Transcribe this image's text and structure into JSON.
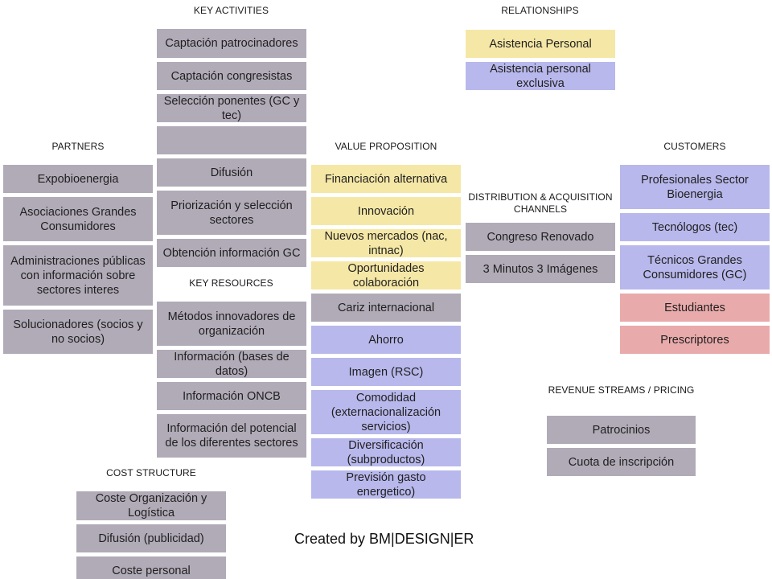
{
  "colors": {
    "gray": "#b1abb8",
    "blue": "#b8b8ec",
    "yellow": "#f5e7a6",
    "pink": "#e9aaab"
  },
  "sections": {
    "key_activities": "KEY ACTIVITIES",
    "relationships": "RELATIONSHIPS",
    "partners": "PARTNERS",
    "value_proposition": "VALUE PROPOSITION",
    "customers": "CUSTOMERS",
    "distribution": "DISTRIBUTION  & ACQUISITION  CHANNELS",
    "key_resources": "KEY RESOURCES",
    "revenue": "REVENUE STREAMS / PRICING",
    "cost": "COST  STRUCTURE"
  },
  "key_activities": [
    "Captación patrocinadores",
    "Captación congresistas",
    "Selección ponentes (GC y tec)",
    "",
    "Difusión",
    "Priorización y selección sectores",
    "Obtención información GC"
  ],
  "relationships": [
    "Asistencia Personal",
    "Asistencia personal exclusiva"
  ],
  "partners": [
    "Expobioenergia",
    "Asociaciones Grandes Consumidores",
    "Administraciones públicas con información sobre sectores interes",
    "Solucionadores (socios y no socios)"
  ],
  "value_proposition": [
    "Financiación alternativa",
    "Innovación",
    "Nuevos mercados (nac, intnac)",
    "Oportunidades colaboración",
    "Cariz internacional",
    "Ahorro",
    "Imagen (RSC)",
    "Comodidad (externacionalización servicios)",
    "Diversificación (subproductos)",
    "Previsión gasto energetico)"
  ],
  "channels": [
    "Congreso Renovado",
    "3 Minutos 3 Imágenes"
  ],
  "customers": [
    "Profesionales Sector Bioenergia",
    "Tecnólogos (tec)",
    "Técnicos Grandes Consumidores (GC)",
    "Estudiantes",
    "Prescriptores"
  ],
  "key_resources": [
    "Métodos innovadores de organización",
    "Información (bases de datos)",
    "Información ONCB",
    "Información del potencial de los diferentes sectores"
  ],
  "revenue": [
    "Patrocinios",
    "Cuota de inscripción"
  ],
  "cost": [
    "Coste Organización y Logística",
    "Difusión (publicidad)",
    "Coste personal"
  ],
  "credit": "Created by BM|DESIGN|ER"
}
